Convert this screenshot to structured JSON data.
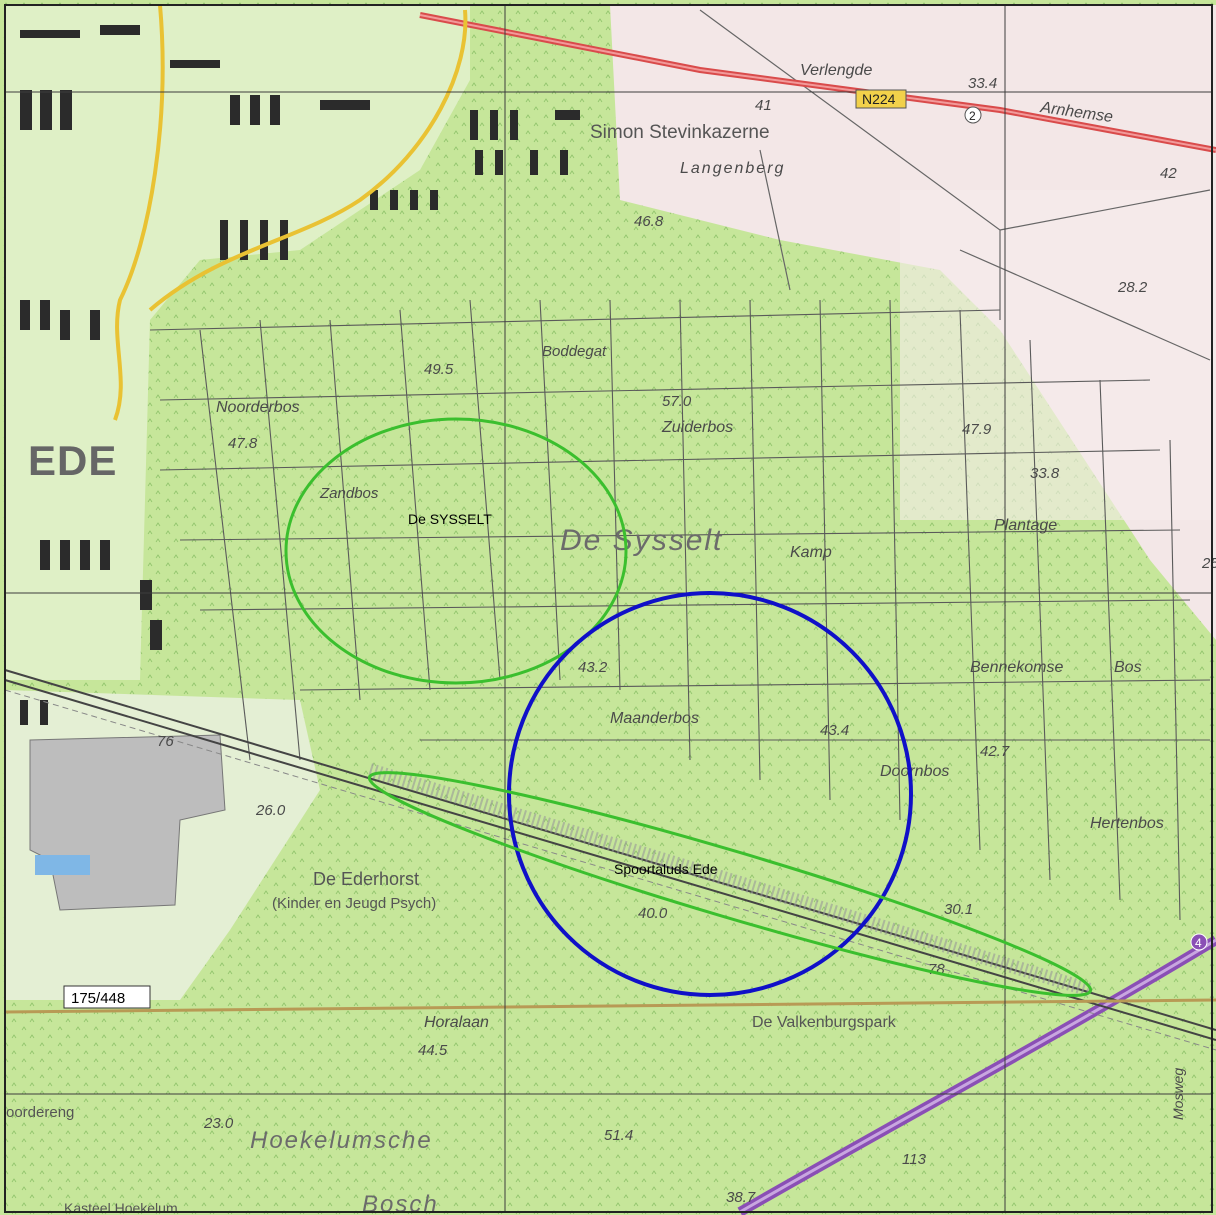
{
  "colors": {
    "forest": "#c8e89a",
    "forest_dark": "#b9de85",
    "heath": "#f3e6e6",
    "built": "#d9d9d9",
    "road_major": "#e06c6c",
    "road_motorway": "#9b6bbf",
    "grid": "#555555",
    "circle_green": "#3bbf2e",
    "circle_blue": "#1010c8",
    "ellipse_green": "#3bbf2e"
  },
  "overlays": {
    "green_circle_label": "De SYSSELT",
    "blue_ellipse_label": "Spoortaluds Ede",
    "sheet_ref": "175/448"
  },
  "place_names": {
    "ede": "EDE",
    "de_sysselt": "De Sysselt",
    "noorderbos": "Noorderbos",
    "zuiderbos": "Zuiderbos",
    "zandbos": "Zandbos",
    "boddegat": "Boddegat",
    "maanderbos": "Maanderbos",
    "doornbos": "Doornbos",
    "hertenbos": "Hertenbos",
    "bennekomse": "Bennekomse",
    "bos": "Bos",
    "plantage": "Plantage",
    "kamp": "Kamp",
    "langenberg": "Langenberg",
    "simon": "Simon Stevinkazerne",
    "verlengde": "Verlengde",
    "arnhemse": "Arnhemse",
    "de_ederhorst": "De Ederhorst",
    "kinder": "(Kinder en Jeugd Psych)",
    "valkenburg": "De Valkenburgspark",
    "hoekelumsche": "Hoekelumsche",
    "bosch": "Bosch",
    "horalaan": "Horalaan",
    "moswag": "Mosweg",
    "noordereng": "oordereng",
    "kasteel": "Kasteel Hoekelum"
  },
  "road_labels": {
    "n224": "N224",
    "exit2": "2",
    "exit4": "4"
  },
  "elevations": {
    "e33_4": "33.4",
    "e41": "41",
    "e42": "42",
    "e46_8": "46.8",
    "e28_2": "28.2",
    "e49_5": "49.5",
    "e57_0": "57.0",
    "e47_8": "47.8",
    "e47_9": "47.9",
    "e33_8": "33.8",
    "e43_2": "43.2",
    "e43_4": "43.4",
    "e42_7": "42.7",
    "e26_0": "26.0",
    "e76": "76",
    "e40_0": "40.0",
    "e30_1": "30.1",
    "e44_5": "44.5",
    "e23_0": "23.0",
    "e51_4": "51.4",
    "e38_7": "38.7",
    "e113": "113",
    "e25": "25",
    "e78": "78"
  }
}
